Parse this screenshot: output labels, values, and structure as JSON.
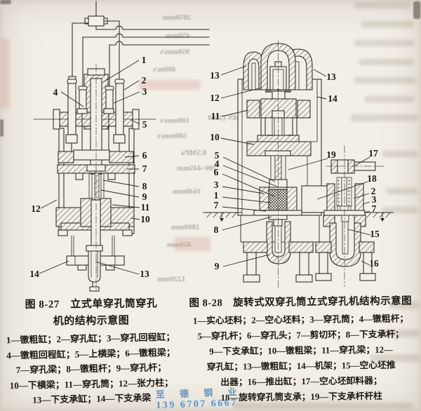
{
  "page": {
    "background": "#f2efe7",
    "ink": "#2c2823"
  },
  "figure27": {
    "title_line1": "图 8-27　立式单穿孔筒穿孔",
    "title_line2": "机的结构示意图",
    "legend_lines": [
      "1—镦粗缸；2—穿孔缸；3—穿孔回程缸；",
      "4—镦粗回程缸；5—上横梁；6—镦粗梁；",
      "7—穿孔梁；8—镦粗杆；9—穿孔杆；",
      "10—下横梁；11—穿孔筒；12—张力柱；",
      "13—下支承缸；14—下支承梁"
    ],
    "labels": [
      "1",
      "2",
      "3",
      "4",
      "5",
      "6",
      "7",
      "8",
      "9",
      "11",
      "10",
      "12",
      "14",
      "13"
    ]
  },
  "figure28": {
    "title": "图 8-28　旋转式双穿孔筒立式穿孔机结构示意图",
    "legend_lines": [
      "1—实心坯料；2—空心坯料；3—穿孔筒；4—镦粗杆；",
      "5—穿孔杆；6—穿孔头；7—剪切环；8—下支承杆；",
      "9—下支承缸；10—镦粗梁；11—穿孔梁；12—",
      "穿孔缸；13—镦粗缸；14—机架；15—空心坯推",
      "出器；16—推出缸；17—空心坯卸料器；",
      "18—旋转穿孔筒支承；19—下支承杆杆柱"
    ],
    "labels": [
      "13",
      "13",
      "12",
      "14",
      "11",
      "10",
      "19",
      "17",
      "5",
      "4",
      "6",
      "3",
      "1",
      "7",
      "8",
      "9",
      "18",
      "2",
      "3",
      "7",
      "15",
      "16"
    ]
  },
  "watermark": {
    "company": "至 德 钢 业",
    "phone": "139 6707 6667",
    "color": "#3f86cc"
  },
  "bleed": {
    "lines": [
      "2050mm",
      "450mm",
      "950mm/s",
      "400m/s",
      "100mm/s",
      "25MN (2500",
      "500mm/s",
      "8.5MPa",
      "280~445mm",
      "1640mm",
      "1800mm",
      "450mm",
      "1220mm"
    ]
  }
}
